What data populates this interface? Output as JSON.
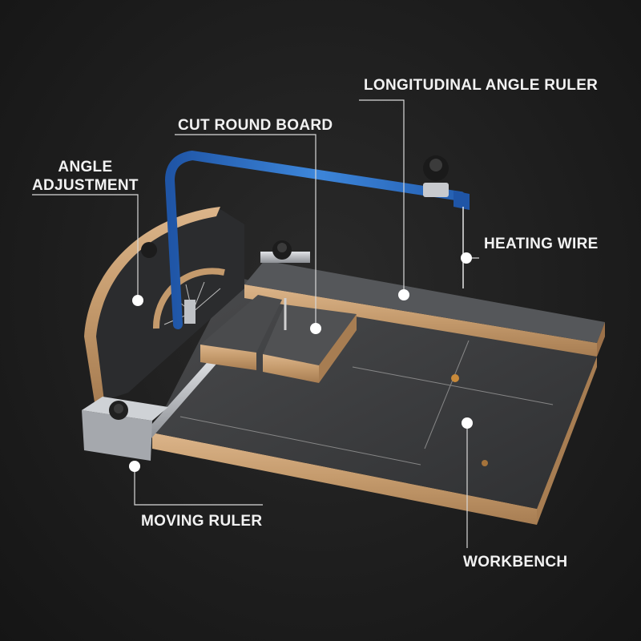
{
  "labels": {
    "longitudinal_angle_ruler": "LONGITUDINAL ANGLE RULER",
    "cut_round_board": "CUT ROUND BOARD",
    "angle_adjustment_line1": "ANGLE",
    "angle_adjustment_line2": "ADJUSTMENT",
    "heating_wire": "HEATING WIRE",
    "moving_ruler": "MOVING RULER",
    "workbench": "WORKBENCH"
  },
  "colors": {
    "background": "#1c1c1c",
    "label_text": "#f2f2f2",
    "callout_line": "#d9d9d9",
    "plywood_edge": "#c9a27a",
    "board_surface": "#3a3b3d",
    "arm_blue": "#2f6fc4",
    "metal": "#b9bcc0"
  }
}
